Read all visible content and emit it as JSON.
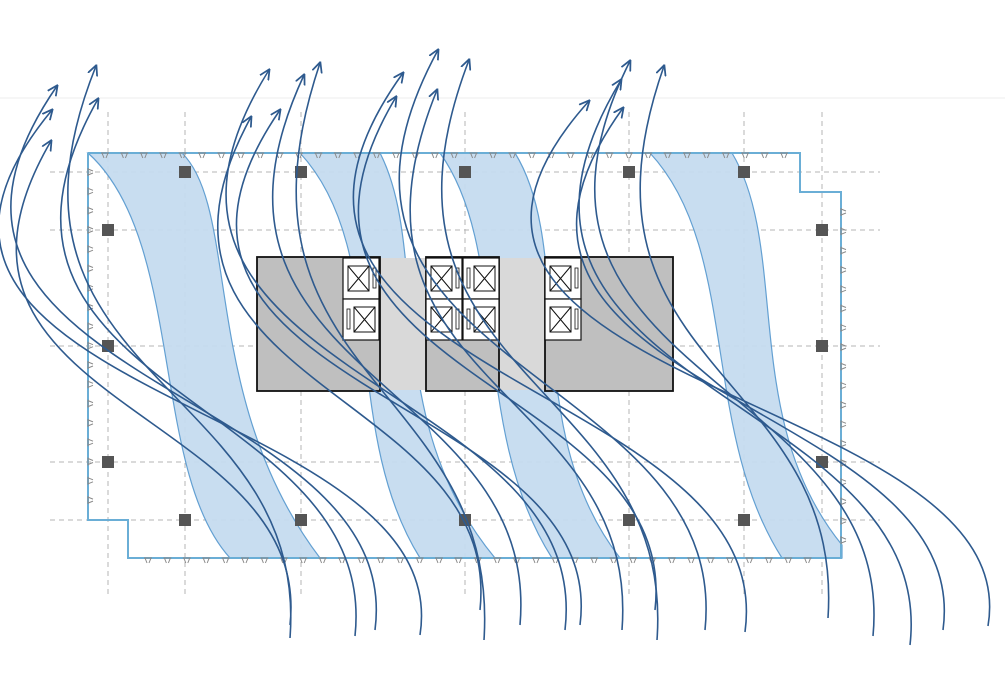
{
  "diagram": {
    "kind": "floor-plan-airflow",
    "colors": {
      "background": "#ffffff",
      "outline": "#6aaed6",
      "band_fill": "#c6dcf0",
      "band_stroke": "#5b9bd0",
      "flow_arrow": "#2e5a8e",
      "grid": "#b4b4b4",
      "column": "#555555",
      "core_fill": "#bfbfbf",
      "core_link": "#d9d9d9",
      "core_stroke": "#111111",
      "elevator_fill": "#ffffff",
      "window_mark": "#8a8a8a"
    },
    "cores": 3,
    "elevators": 8,
    "columns": 18,
    "wind_bands": 4,
    "arrows_per_band": 5,
    "grid_visible": true
  }
}
